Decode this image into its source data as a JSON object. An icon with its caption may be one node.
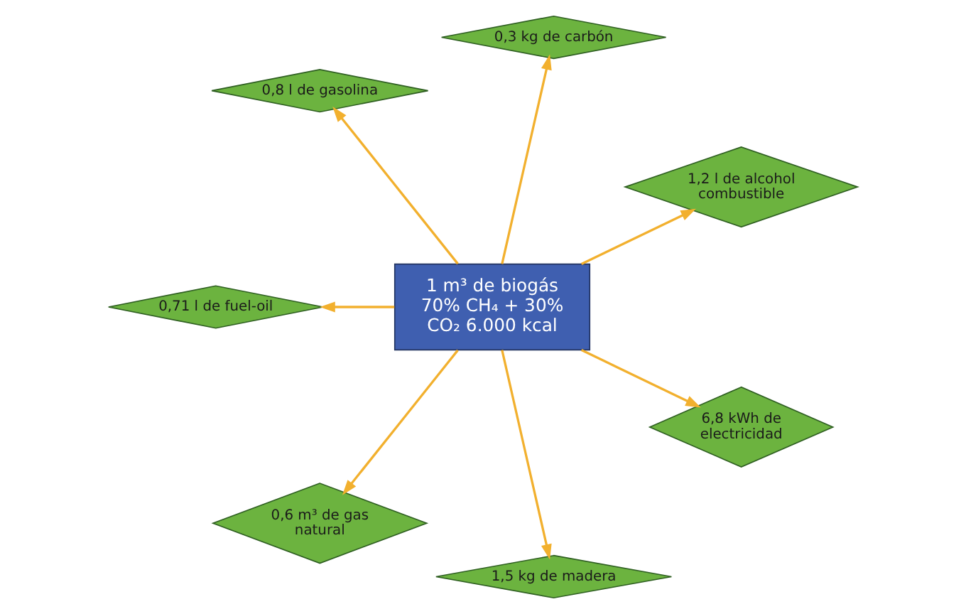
{
  "diagram": {
    "nodes": [
      {
        "text": [
          "1,2 l de alcohol combustible"
        ]
      },
      {
        "text": [
          "0,3 kg de carbón"
        ]
      },
      {
        "text": [
          "0,8 l de gasolina"
        ]
      },
      {
        "text": [
          "1 m³ de biogás 70% CH₄ + 30% CO₂ 6.000 kcal"
        ]
      },
      {
        "text": [
          "0,71 l de fuel-oil"
        ]
      },
      {
        "text": [
          "0,6 m³ de gas natural"
        ]
      },
      {
        "text": [
          "1,5 kg de madera"
        ]
      },
      {
        "text": [
          "6,8 kWh de electricidad"
        ]
      }
    ],
    "edges": [
      {
        "from": 3,
        "to": 0,
        "arrow": "to"
      },
      {
        "from": 3,
        "to": 1,
        "arrow": "to"
      },
      {
        "from": 3,
        "to": 2,
        "arrow": "to"
      },
      {
        "from": 3,
        "to": 4,
        "arrow": "to"
      },
      {
        "from": 3,
        "to": 5,
        "arrow": "to"
      },
      {
        "from": 3,
        "to": 6,
        "arrow": "to"
      },
      {
        "from": 3,
        "to": 7,
        "arrow": "to"
      }
    ]
  }
}
